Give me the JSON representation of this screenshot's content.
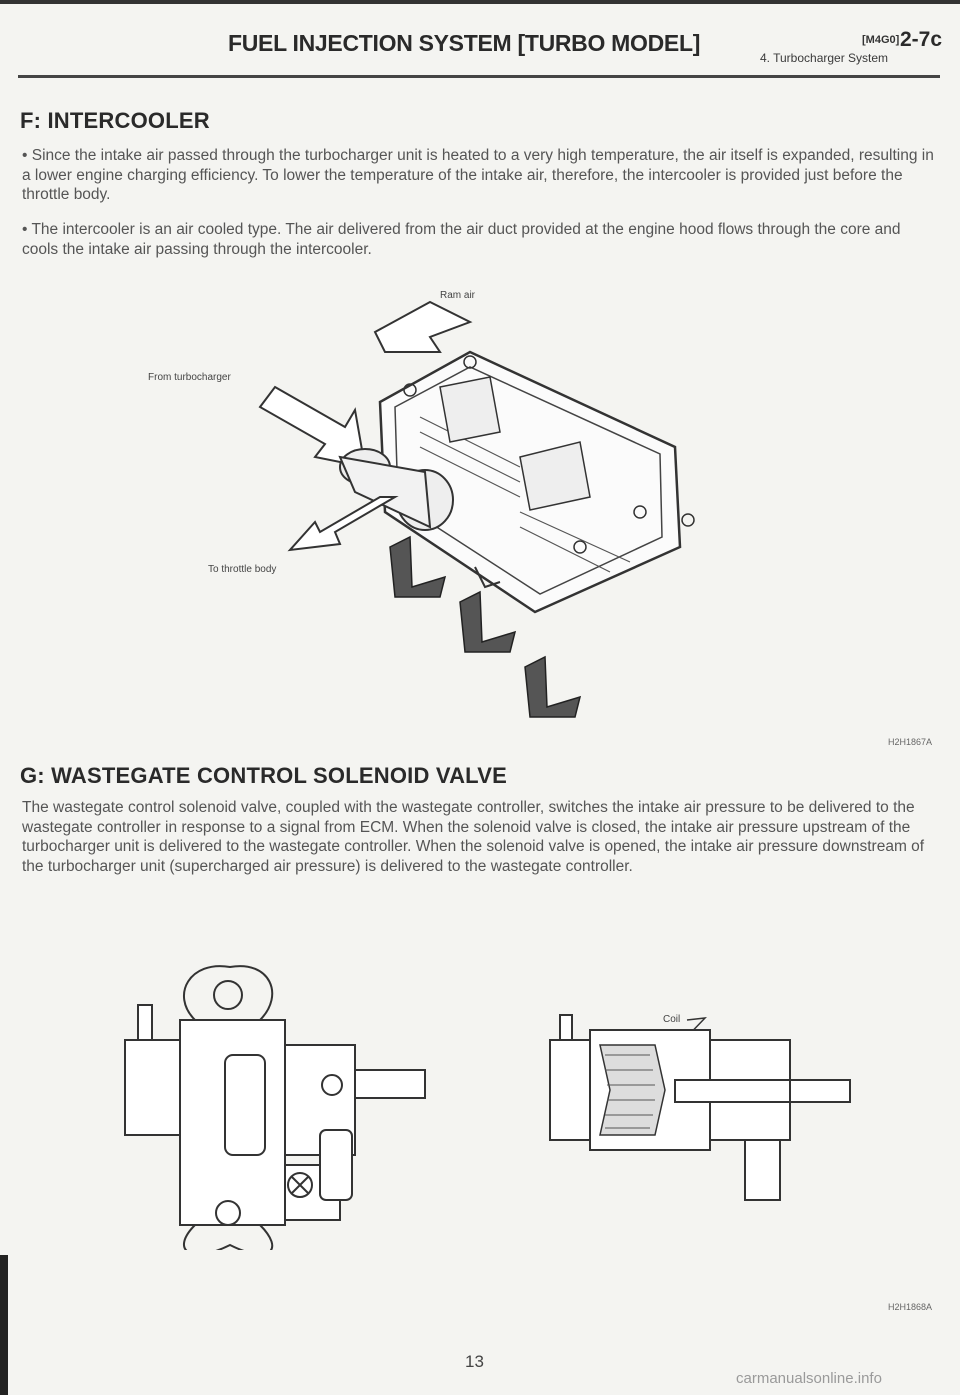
{
  "header": {
    "title": "FUEL INJECTION SYSTEM [TURBO MODEL]",
    "code": "[M4G0]",
    "page_ref": "2-7c",
    "subtitle": "4. Turbocharger System"
  },
  "section_f": {
    "title": "F: INTERCOOLER",
    "bullets": [
      "• Since the intake air passed through the turbocharger unit is heated to a very high temperature, the air itself is expanded, resulting in a lower engine charging efficiency. To lower the temperature of the intake air, therefore, the intercooler is provided just before the throttle body.",
      "• The intercooler is an air cooled type. The air delivered from the air duct provided at the engine hood flows through the core and cools the intake air passing through the intercooler."
    ],
    "figure": {
      "label_ram_air": "Ram air",
      "label_from_turbo": "From turbocharger",
      "label_to_throttle": "To throttle body",
      "code": "H2H1867A"
    }
  },
  "section_g": {
    "title": "G: WASTEGATE CONTROL SOLENOID VALVE",
    "paragraph": "The wastegate control solenoid valve, coupled with the wastegate controller, switches the intake air pressure to be delivered to the wastegate controller in response to a signal from ECM. When the solenoid valve is closed, the intake air pressure upstream of the turbocharger unit is delivered to the wastegate controller. When the solenoid valve is opened, the intake air pressure downstream of the turbocharger unit (supercharged air pressure) is delivered to the wastegate controller.",
    "figure": {
      "label_coil": "Coil",
      "code": "H2H1868A"
    }
  },
  "footer": {
    "page_number": "13",
    "watermark": "carmanualsonline.info"
  }
}
